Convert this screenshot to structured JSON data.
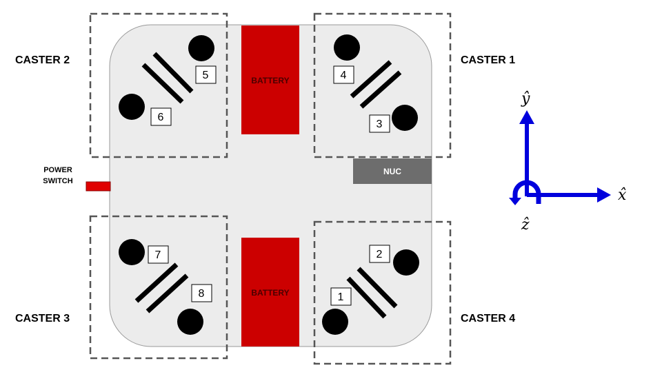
{
  "casters": [
    {
      "label": "CASTER 1",
      "wheels": [
        "4",
        "3"
      ]
    },
    {
      "label": "CASTER 2",
      "wheels": [
        "5",
        "6"
      ]
    },
    {
      "label": "CASTER 3",
      "wheels": [
        "7",
        "8"
      ]
    },
    {
      "label": "CASTER 4",
      "wheels": [
        "2",
        "1"
      ]
    }
  ],
  "battery_top": "BATTERY",
  "battery_bottom": "BATTERY",
  "nuc": "NUC",
  "power_switch": [
    "POWER",
    "SWITCH"
  ],
  "axes": {
    "x": "x̂",
    "y": "ŷ",
    "z": "ẑ"
  },
  "colors": {
    "chassis": "#ececec",
    "battery": "#cc0000",
    "nuc": "#6d6d6d",
    "power_switch": "#e00000",
    "axis": "#0000dd"
  }
}
